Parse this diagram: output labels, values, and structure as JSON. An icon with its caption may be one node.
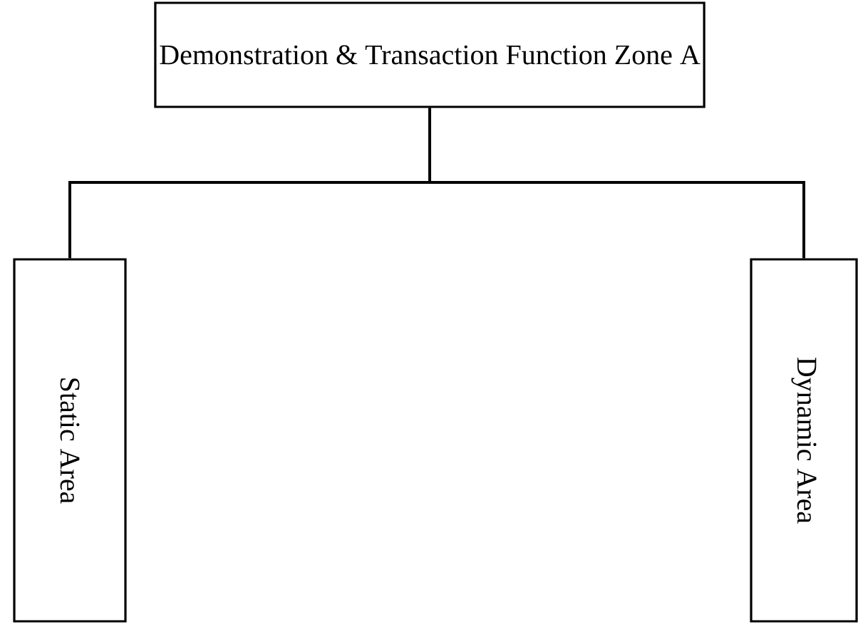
{
  "diagram": {
    "nodes": [
      {
        "text": [
          "Demonstration & Transaction Function Zone A"
        ]
      },
      {
        "text": [
          "Static Area"
        ]
      },
      {
        "text": [
          "Dynamic Area"
        ]
      }
    ],
    "edges": [
      {
        "from": 0,
        "to": 1,
        "arrow": "none"
      },
      {
        "from": 0,
        "to": 2,
        "arrow": "none"
      }
    ]
  }
}
